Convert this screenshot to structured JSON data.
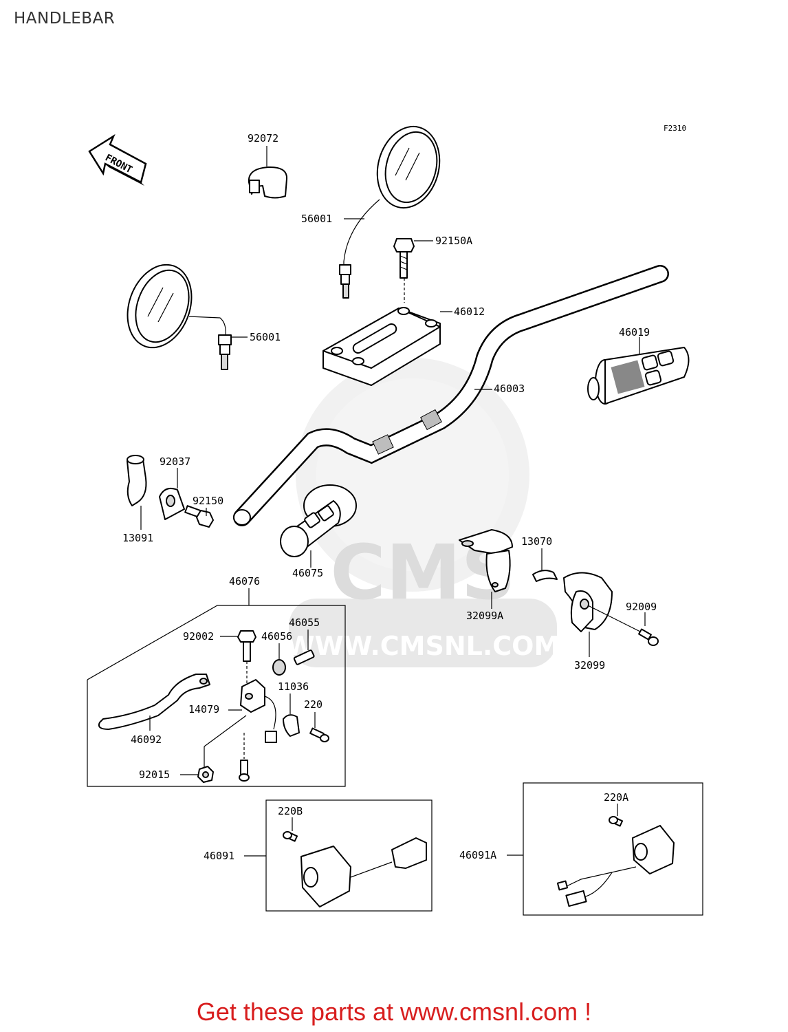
{
  "page": {
    "title": "HANDLEBAR"
  },
  "diagram": {
    "figure_code": "F2310",
    "front_arrow_text": "FRONT",
    "watermark": {
      "logo_text": "CMS",
      "url_text": "WWW.CMSNL.COM"
    },
    "labels": {
      "p92072": "92072",
      "p56001_upper": "56001",
      "p92150A": "92150A",
      "p56001_left": "56001",
      "p46012": "46012",
      "p46019": "46019",
      "p46003": "46003",
      "p92037": "92037",
      "p92150": "92150",
      "p13091": "13091",
      "p46075": "46075",
      "p13070": "13070",
      "p32099A": "32099A",
      "p92009": "92009",
      "p32099": "32099",
      "p46076": "46076",
      "p46055": "46055",
      "p92002": "92002",
      "p46056": "46056",
      "p11036": "11036",
      "p220": "220",
      "p14079": "14079",
      "p46092": "46092",
      "p92015": "92015",
      "p220B": "220B",
      "p46091": "46091",
      "p220A": "220A",
      "p46091A": "46091A"
    }
  },
  "footer": {
    "promo_text": "Get these parts at www.cmsnl.com !"
  }
}
